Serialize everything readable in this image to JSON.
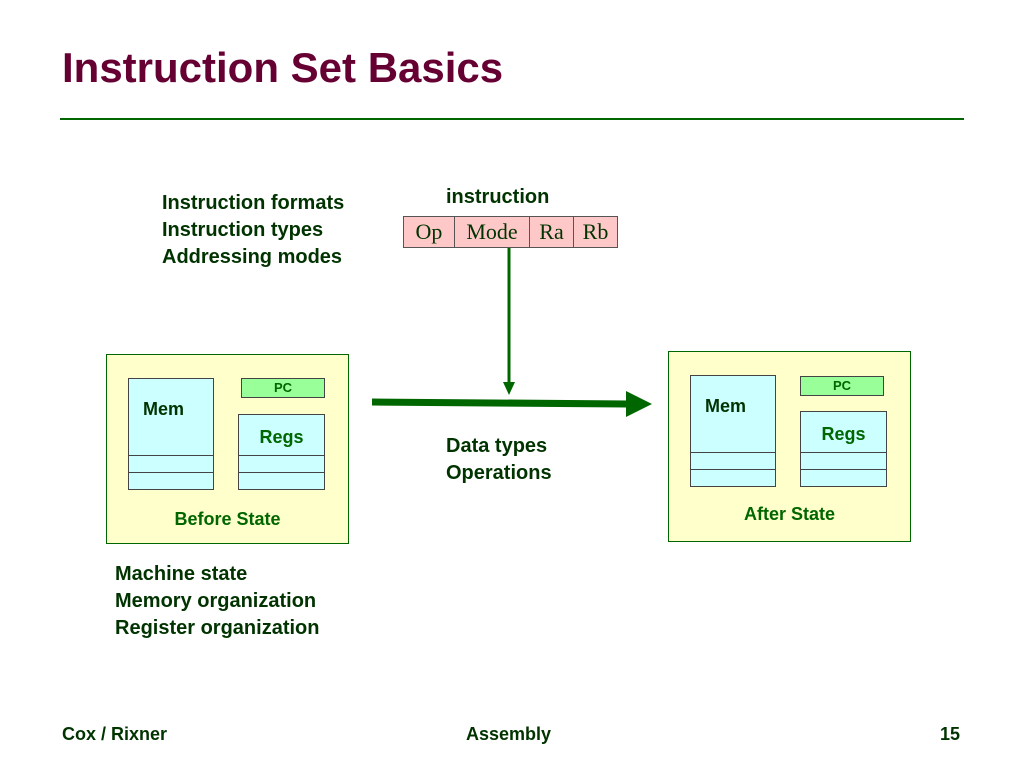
{
  "title": "Instruction Set Basics",
  "instruction_label": "instruction",
  "instruction_fields": [
    "Op",
    "Mode",
    "Ra",
    "Rb"
  ],
  "instruction_list": [
    "Instruction formats",
    "Instruction types",
    "Addressing modes"
  ],
  "data_list": [
    "Data types",
    "Operations"
  ],
  "machine_list": [
    "Machine state",
    "Memory organization",
    "Register organization"
  ],
  "before_state": {
    "mem": "Mem",
    "pc": "PC",
    "regs": "Regs",
    "label": "Before State"
  },
  "after_state": {
    "mem": "Mem",
    "pc": "PC",
    "regs": "Regs",
    "label": "After State"
  },
  "footer": {
    "left": "Cox / Rixner",
    "center": "Assembly",
    "page": "15"
  },
  "colors": {
    "title": "#660033",
    "text": "#003300",
    "accent": "#006600",
    "state_bg": "#ffffcc",
    "mem_bg": "#ccffff",
    "pc_bg": "#99ff99",
    "instruction_bg": "#ffc8c8"
  }
}
